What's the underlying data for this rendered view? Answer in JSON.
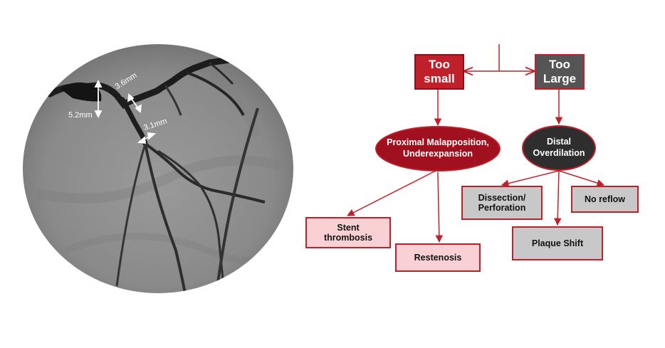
{
  "angiogram": {
    "measurements": [
      {
        "id": "m1",
        "label": "5.2mm"
      },
      {
        "id": "m2",
        "label": "3.6mm"
      },
      {
        "id": "m3",
        "label": "3.1mm"
      }
    ]
  },
  "flowchart": {
    "too_small": {
      "label": "Too\nsmall"
    },
    "too_large": {
      "label": "Too\nLarge"
    },
    "proximal": {
      "label": "Proximal Malapposition,\nUnderexpansion"
    },
    "distal": {
      "label": "Distal\nOverdilation"
    },
    "outcomes": {
      "stent_thrombosis": "Stent\nthrombosis",
      "restenosis": "Restenosis",
      "dissection": "Dissection/\nPerforation",
      "no_reflow": "No reflow",
      "plaque_shift": "Plaque Shift"
    }
  },
  "colors": {
    "red": "#c0202a",
    "dark_red": "#a0101e",
    "dark_gray": "#555555",
    "pink": "#f9d0d3",
    "light_gray": "#c8c8c8",
    "arrow": "#c0202a"
  }
}
